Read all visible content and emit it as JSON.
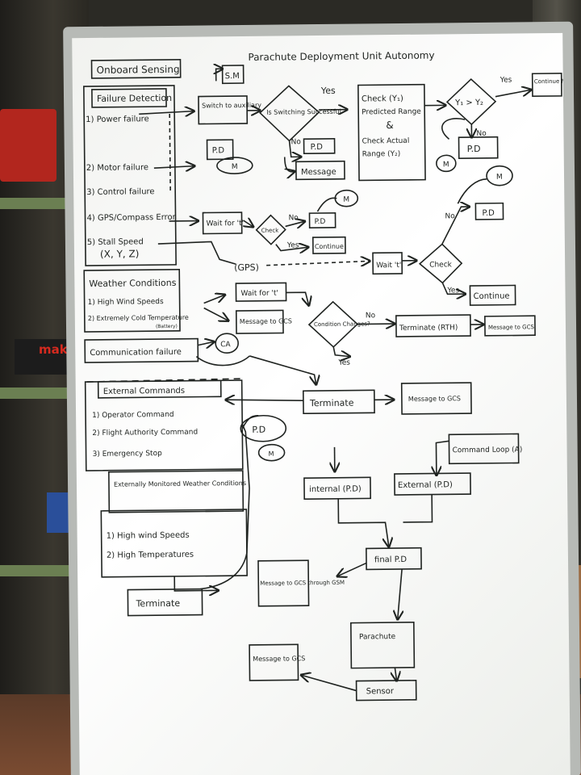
{
  "title": "Parachute Deployment Unit Autonomy",
  "sm_label": "S.M",
  "onboard_sensing": "Onboard Sensing",
  "failure_detection": {
    "heading": "Failure Detection",
    "items": [
      "1) Power failure",
      "2) Motor failure",
      "3) Control failure",
      "4) GPS/Compass Error",
      "5) Stall Speed",
      "(X, Y, Z)"
    ]
  },
  "switch_box": "Switch to auxiliary",
  "decision_switch": "Is Switching Successful",
  "yes": "Yes",
  "no": "No",
  "check_range": [
    "Check (Y₁)",
    "Predicted Range",
    "&",
    "Check Actual",
    "Range (Y₂)"
  ],
  "compare": "Y₁ > Y₂",
  "continue_mission": "Continue Mission",
  "pd": "P.D",
  "message": "Message",
  "m": "M",
  "wait_t": "Wait for 't'",
  "check": "Check",
  "continue": "Continue",
  "gps_label": "(GPS)",
  "wait_t2": "Wait 't'",
  "weather": {
    "heading": "Weather Conditions",
    "items": [
      "1) High Wind Speeds",
      "2) Extremely Cold Temperature",
      "(Battery)"
    ]
  },
  "wait_for_t": "Wait for 't'",
  "message_to_gcs": "Message to GCS",
  "condition_changes": "Condition Changes?",
  "terminate_rth": "Terminate (RTH)",
  "message_to_gcs2": "Message to GCS",
  "communication_failure": "Communication failure",
  "ca": "CA",
  "external_commands": {
    "heading": "External Commands",
    "items": [
      "1) Operator Command",
      "2) Flight Authority Command",
      "3) Emergency Stop"
    ]
  },
  "terminate": "Terminate",
  "message_to_gcs3": "Message to GCS",
  "pd2": "P.D",
  "command_loop": "Command Loop (A)",
  "internal_pd": "internal (P.D)",
  "external_pd": "External (P.D)",
  "final_pd": "final P.D",
  "message_gsm": "Message to GCS through GSM",
  "externally_monitored": {
    "heading": "Externally Monitored Weather Conditions",
    "items": [
      "1) High wind Speeds",
      "2) High Temperatures"
    ]
  },
  "terminate2": "Terminate",
  "parachute": "Parachute",
  "sensor": "Sensor",
  "message_to_gcs4": "Message to GCS",
  "makita": "maki"
}
